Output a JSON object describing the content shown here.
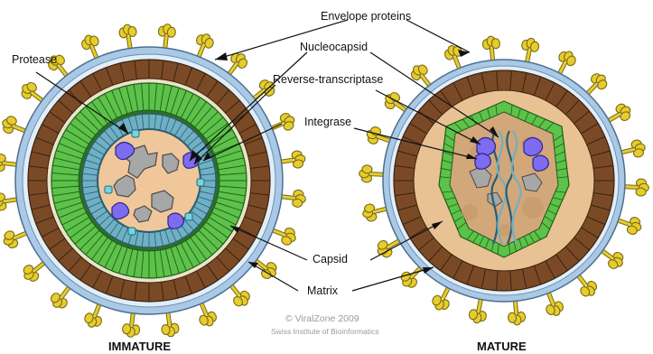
{
  "labels": {
    "envelope_proteins": "Envelope proteins",
    "protease": "Protease",
    "nucleocapsid": "Nucleocapsid",
    "reverse_transcriptase": "Reverse-transcriptase",
    "integrase": "Integrase",
    "capsid": "Capsid",
    "matrix": "Matrix"
  },
  "captions": {
    "immature": "IMMATURE",
    "mature": "MATURE"
  },
  "credit": {
    "line1": "© ViralZone 2009",
    "line2": "Swiss Institute of Bioinformatics"
  },
  "colors": {
    "spike": "#e6cc2e",
    "spike_outline": "#7a6a10",
    "envelope": "#a9c9e6",
    "matrix": "#7a4a26",
    "capsid_green": "#5cc24a",
    "capsid_light": "#9fe08e",
    "lattice_blue": "#6fb0c4",
    "core_fill": "#f0c79a",
    "core_mottle": "#c79a6b",
    "rna_gray": "#a7a7a7",
    "enzyme_purple": "#7d6cf0",
    "protease_cyan": "#78d2e0"
  }
}
